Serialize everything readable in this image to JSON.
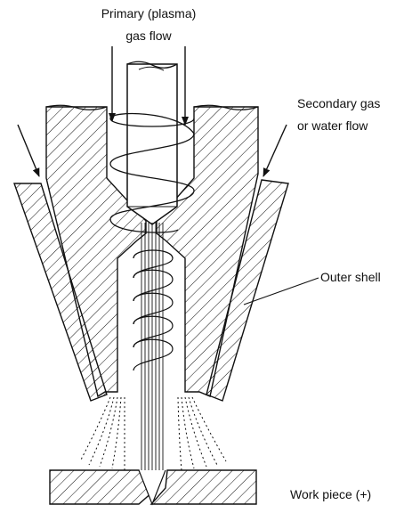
{
  "labels": {
    "primary_line1": "Primary (plasma)",
    "primary_line2": "gas flow",
    "secondary_line1": "Secondary gas",
    "secondary_line2": "or water flow",
    "outer_shell": "Outer shell",
    "work_piece": "Work piece (+)"
  },
  "colors": {
    "ink": "#111111",
    "background": "#ffffff"
  }
}
